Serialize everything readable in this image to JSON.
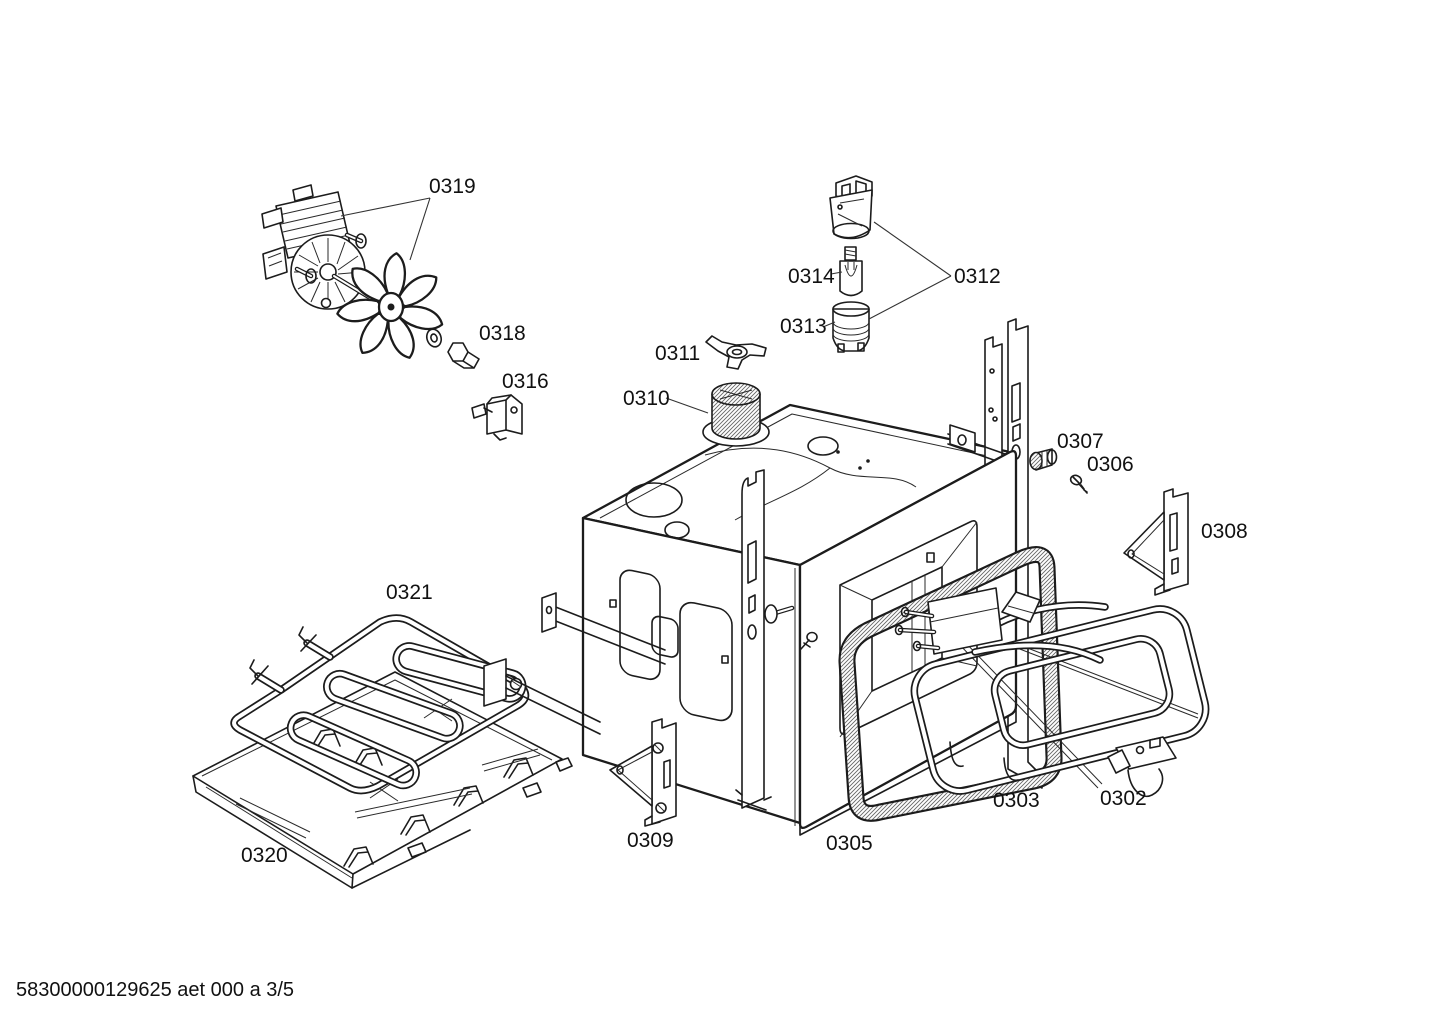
{
  "diagram": {
    "type": "exploded-parts-diagram",
    "subject": "built-in oven cavity assembly",
    "footer": "58300000129625 aet 000 a 3/5",
    "page": "3/5",
    "colors": {
      "line": "#1c1c1c",
      "background": "#ffffff"
    },
    "parts": {
      "0302": {
        "label": "0302"
      },
      "0303": {
        "label": "0303"
      },
      "0305": {
        "label": "0305"
      },
      "0306": {
        "label": "0306"
      },
      "0307": {
        "label": "0307"
      },
      "0308": {
        "label": "0308"
      },
      "0309": {
        "label": "0309"
      },
      "0310": {
        "label": "0310"
      },
      "0311": {
        "label": "0311"
      },
      "0312": {
        "label": "0312"
      },
      "0313": {
        "label": "0313"
      },
      "0314": {
        "label": "0314"
      },
      "0316": {
        "label": "0316"
      },
      "0318": {
        "label": "0318"
      },
      "0319": {
        "label": "0319"
      },
      "0320": {
        "label": "0320"
      },
      "0321": {
        "label": "0321"
      }
    }
  }
}
